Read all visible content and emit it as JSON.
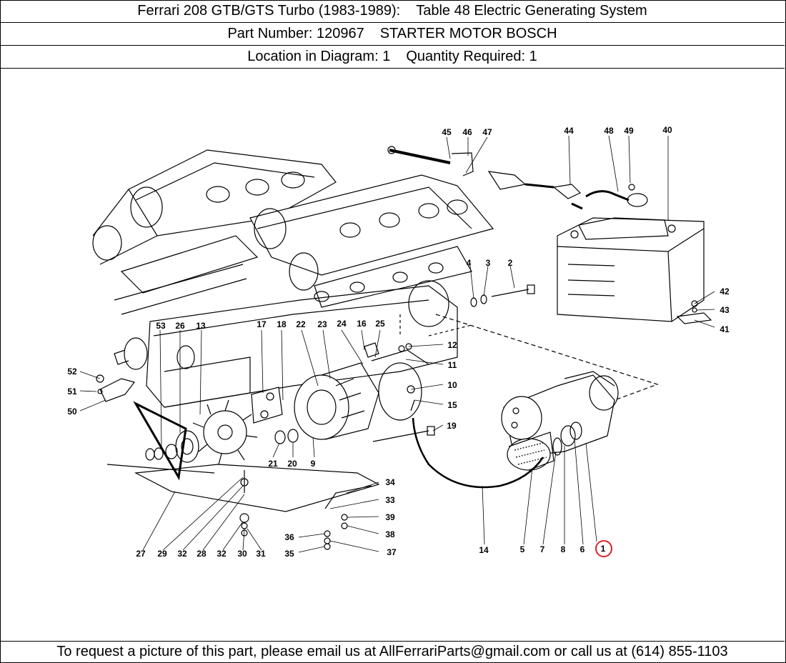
{
  "header": {
    "model": "Ferrari 208 GTB/GTS Turbo (1983-1989):",
    "table": "Table 48 Electric Generating System",
    "part_number": "Part Number: 120967",
    "part_name": "STARTER MOTOR BOSCH",
    "location": "Location in Diagram: 1",
    "quantity": "Quantity Required: 1"
  },
  "diagram": {
    "highlighted_callout": "1",
    "highlight_color": "#d9232a",
    "callouts": [
      {
        "id": "c45",
        "label": "45"
      },
      {
        "id": "c46",
        "label": "46"
      },
      {
        "id": "c47",
        "label": "47"
      },
      {
        "id": "c44",
        "label": "44"
      },
      {
        "id": "c48",
        "label": "48"
      },
      {
        "id": "c49",
        "label": "49"
      },
      {
        "id": "c40",
        "label": "40"
      },
      {
        "id": "c4",
        "label": "4"
      },
      {
        "id": "c3",
        "label": "3"
      },
      {
        "id": "c2",
        "label": "2"
      },
      {
        "id": "c42",
        "label": "42"
      },
      {
        "id": "c43",
        "label": "43"
      },
      {
        "id": "c41",
        "label": "41"
      },
      {
        "id": "c53",
        "label": "53"
      },
      {
        "id": "c26",
        "label": "26"
      },
      {
        "id": "c13",
        "label": "13"
      },
      {
        "id": "c17",
        "label": "17"
      },
      {
        "id": "c18",
        "label": "18"
      },
      {
        "id": "c22",
        "label": "22"
      },
      {
        "id": "c23",
        "label": "23"
      },
      {
        "id": "c24",
        "label": "24"
      },
      {
        "id": "c16",
        "label": "16"
      },
      {
        "id": "c25",
        "label": "25"
      },
      {
        "id": "c12",
        "label": "12"
      },
      {
        "id": "c11",
        "label": "11"
      },
      {
        "id": "c10",
        "label": "10"
      },
      {
        "id": "c15",
        "label": "15"
      },
      {
        "id": "c19",
        "label": "19"
      },
      {
        "id": "c52",
        "label": "52"
      },
      {
        "id": "c51",
        "label": "51"
      },
      {
        "id": "c50",
        "label": "50"
      },
      {
        "id": "c21",
        "label": "21"
      },
      {
        "id": "c20",
        "label": "20"
      },
      {
        "id": "c9",
        "label": "9"
      },
      {
        "id": "c34",
        "label": "34"
      },
      {
        "id": "c33",
        "label": "33"
      },
      {
        "id": "c39",
        "label": "39"
      },
      {
        "id": "c38",
        "label": "38"
      },
      {
        "id": "c36",
        "label": "36"
      },
      {
        "id": "c37",
        "label": "37"
      },
      {
        "id": "c35",
        "label": "35"
      },
      {
        "id": "c27",
        "label": "27"
      },
      {
        "id": "c29",
        "label": "29"
      },
      {
        "id": "c32a",
        "label": "32"
      },
      {
        "id": "c28",
        "label": "28"
      },
      {
        "id": "c32b",
        "label": "32"
      },
      {
        "id": "c30",
        "label": "30"
      },
      {
        "id": "c31",
        "label": "31"
      },
      {
        "id": "c14",
        "label": "14"
      },
      {
        "id": "c5",
        "label": "5"
      },
      {
        "id": "c7",
        "label": "7"
      },
      {
        "id": "c8",
        "label": "8"
      },
      {
        "id": "c6",
        "label": "6"
      },
      {
        "id": "c1",
        "label": "1"
      }
    ]
  },
  "footer": {
    "text": "To request a picture of this part, please email us at AllFerrariParts@gmail.com or call us at (614) 855-1103"
  }
}
